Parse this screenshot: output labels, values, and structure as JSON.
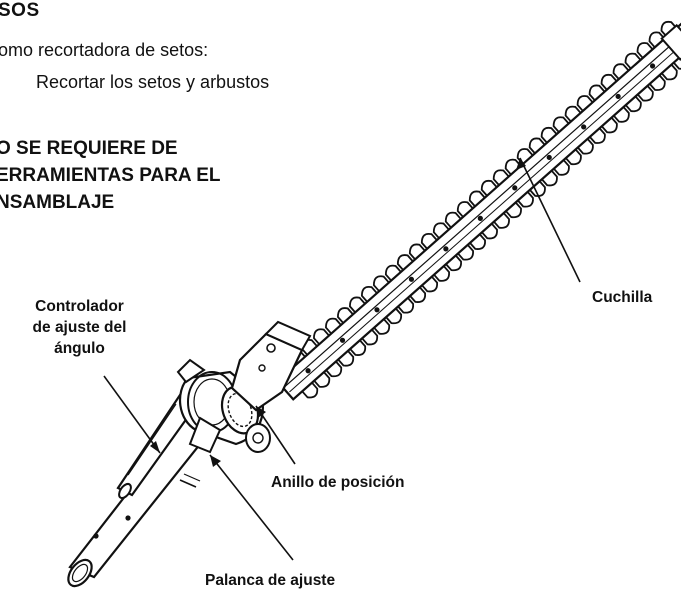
{
  "heading": "SOS",
  "intro": "omo recortadora de setos:",
  "bullet": "Recortar los setos y arbustos",
  "notice": [
    "O SE REQUIERE DE",
    "ERRAMIENTAS PARA EL",
    "NSAMBLAJE"
  ],
  "labels": {
    "controller": [
      "Controlador",
      "de ajuste del",
      "ángulo"
    ],
    "blade": "Cuchilla",
    "ring": "Anillo de posición",
    "lever": "Palanca de ajuste"
  },
  "colors": {
    "line": "#111111",
    "fill": "#ffffff",
    "shade": "#d8d8d8"
  }
}
